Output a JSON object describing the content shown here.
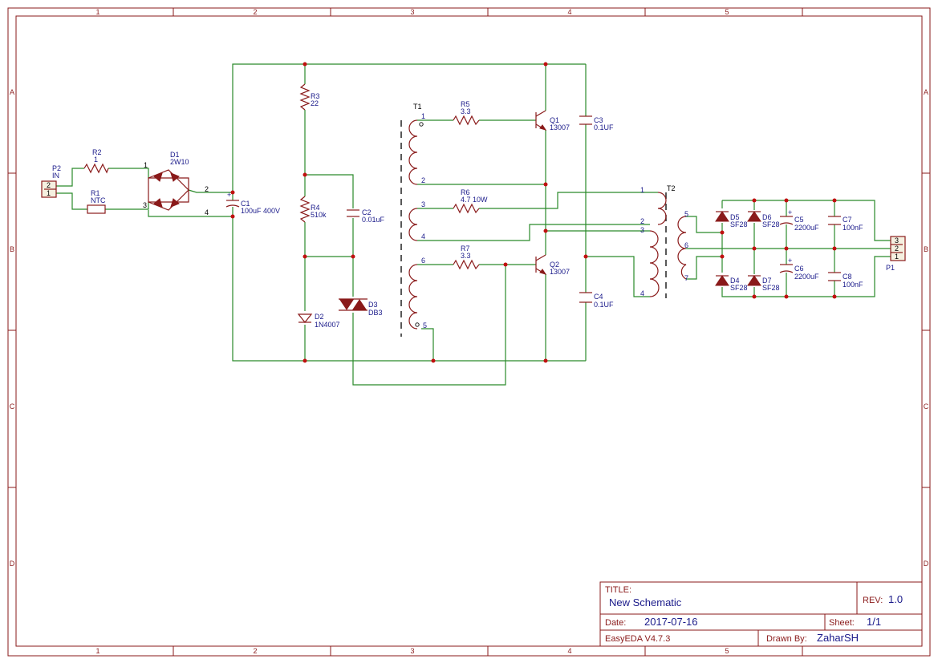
{
  "zones": {
    "columns": [
      "1",
      "2",
      "3",
      "4",
      "5"
    ],
    "rows": [
      "A",
      "B",
      "C",
      "D"
    ]
  },
  "title_block": {
    "title_label": "TITLE:",
    "title": "New Schematic",
    "rev_label": "REV:",
    "rev": "1.0",
    "date_label": "Date:",
    "date": "2017-07-16",
    "sheet_label": "Sheet:",
    "sheet": "1/1",
    "software": "EasyEDA V4.7.3",
    "drawn_by_label": "Drawn By:",
    "drawn_by": "ZaharSH"
  },
  "components": {
    "P2": {
      "ref": "P2",
      "value": "IN",
      "pin1": "1",
      "pin2": "2"
    },
    "R2": {
      "ref": "R2",
      "value": "1"
    },
    "R1": {
      "ref": "R1",
      "value": "NTC"
    },
    "D1": {
      "ref": "D1",
      "value": "2W10",
      "p1": "1",
      "p2": "2",
      "p3": "3",
      "p4": "4"
    },
    "C1": {
      "ref": "C1",
      "value": "100uF 400V"
    },
    "R3": {
      "ref": "R3",
      "value": "22"
    },
    "R4": {
      "ref": "R4",
      "value": "510k"
    },
    "C2": {
      "ref": "C2",
      "value": "0.01uF"
    },
    "D2": {
      "ref": "D2",
      "value": "1N4007"
    },
    "D3": {
      "ref": "D3",
      "value": "DB3"
    },
    "T1": {
      "ref": "T1",
      "p1": "1",
      "p2": "2",
      "p3": "3",
      "p4": "4",
      "p5": "5",
      "p6": "6"
    },
    "R5": {
      "ref": "R5",
      "value": "3.3"
    },
    "R6": {
      "ref": "R6",
      "value": "4.7 10W"
    },
    "R7": {
      "ref": "R7",
      "value": "3.3"
    },
    "Q1": {
      "ref": "Q1",
      "value": "13007"
    },
    "Q2": {
      "ref": "Q2",
      "value": "13007"
    },
    "C3": {
      "ref": "C3",
      "value": "0.1UF"
    },
    "C4": {
      "ref": "C4",
      "value": "0.1UF"
    },
    "T2": {
      "ref": "T2",
      "p1": "1",
      "p2": "2",
      "p3": "3",
      "p4": "4",
      "p5": "5",
      "p6": "6",
      "p7": "7"
    },
    "D5": {
      "ref": "D5",
      "value": "SF28"
    },
    "D6": {
      "ref": "D6",
      "value": "SF28"
    },
    "D4": {
      "ref": "D4",
      "value": "SF28"
    },
    "D7": {
      "ref": "D7",
      "value": "SF28"
    },
    "C5": {
      "ref": "C5",
      "value": "2200uF"
    },
    "C6": {
      "ref": "C6",
      "value": "2200uF"
    },
    "C7": {
      "ref": "C7",
      "value": "100nF"
    },
    "C8": {
      "ref": "C8",
      "value": "100nF"
    },
    "P1": {
      "ref": "P1",
      "pin1": "1",
      "pin2": "2",
      "pin3": "3"
    }
  }
}
